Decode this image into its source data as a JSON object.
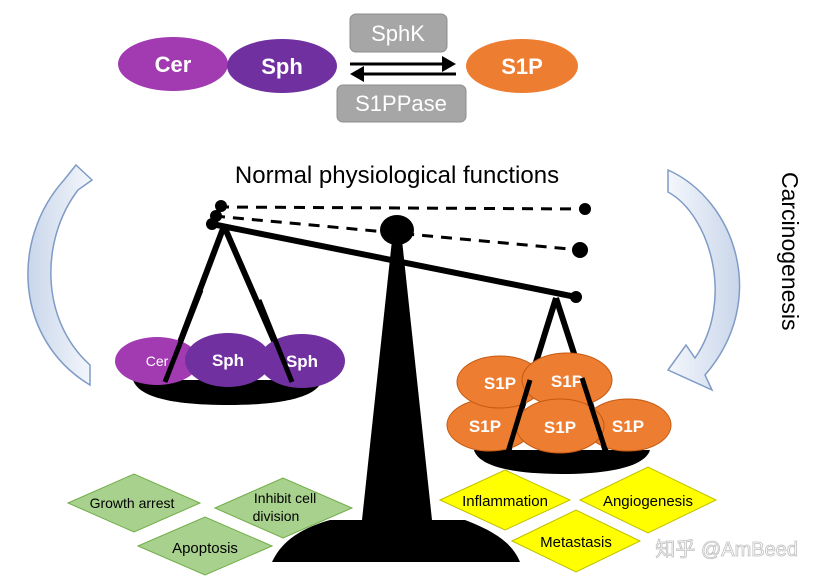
{
  "pathway": {
    "cer": "Cer",
    "sph": "Sph",
    "s1p": "S1P",
    "sphk": "SphK",
    "s1ppase": "S1PPase"
  },
  "title": "Normal physiological functions",
  "side_label": "Carcinogenesis",
  "left_pan": {
    "items": [
      "Cer",
      "Sph",
      "Sph"
    ]
  },
  "right_pan": {
    "items": [
      "S1P",
      "S1P",
      "S1P",
      "S1P",
      "S1P"
    ]
  },
  "left_outcomes": [
    "Growth arrest",
    "Inhibit cell division",
    "Apoptosis"
  ],
  "right_outcomes": [
    "Inflammation",
    "Angiogenesis",
    "Metastasis"
  ],
  "watermark": "知乎 @AmBeed",
  "colors": {
    "purple_light": "#a23ab2",
    "purple_dark": "#7030a0",
    "orange": "#ed7d31",
    "gray_box": "#a6a6a6",
    "green": "#a9d18e",
    "yellow": "#ffff00",
    "arrow_blue": "#dae3f3"
  }
}
